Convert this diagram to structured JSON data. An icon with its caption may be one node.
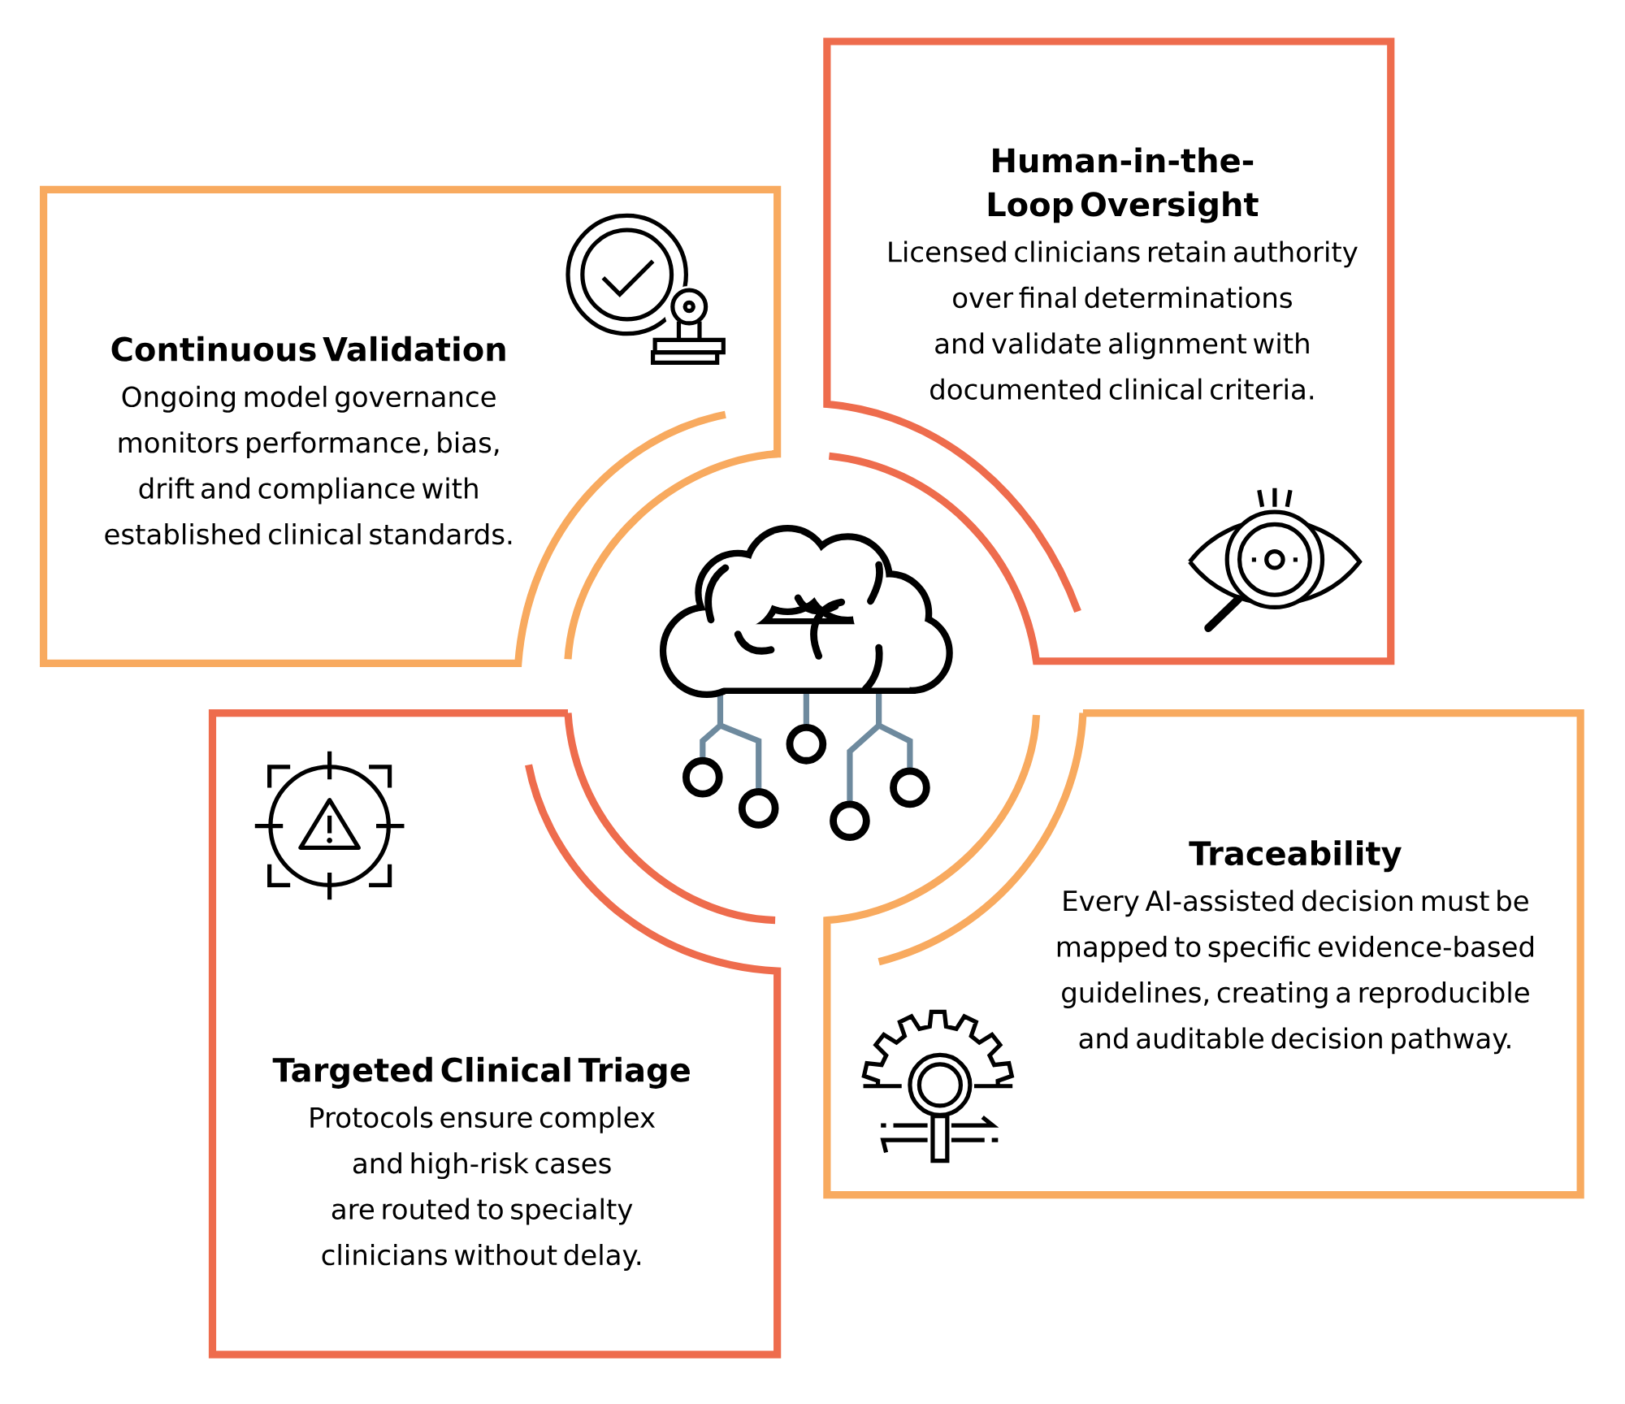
{
  "diagram": {
    "nodes": [
      {
        "text": [
          "Continuous Validation",
          "Ongoing model governance monitors performance, bias, drift and compliance with established clinical standards."
        ]
      },
      {
        "text": [
          "Human-in-the-Loop Oversight",
          "Licensed clinicians retain authority over final determinations and validate alignment with documented clinical criteria."
        ]
      },
      {
        "text": [
          "Traceability",
          "Every AI-assisted decision must be mapped to specific evidence-based guidelines, creating a reproducible and auditable decision pathway."
        ]
      },
      {
        "text": [
          "Targeted Clinical Triage",
          "Protocols ensure complex and high-risk cases are routed to specialty clinicians without delay."
        ]
      }
    ]
  }
}
